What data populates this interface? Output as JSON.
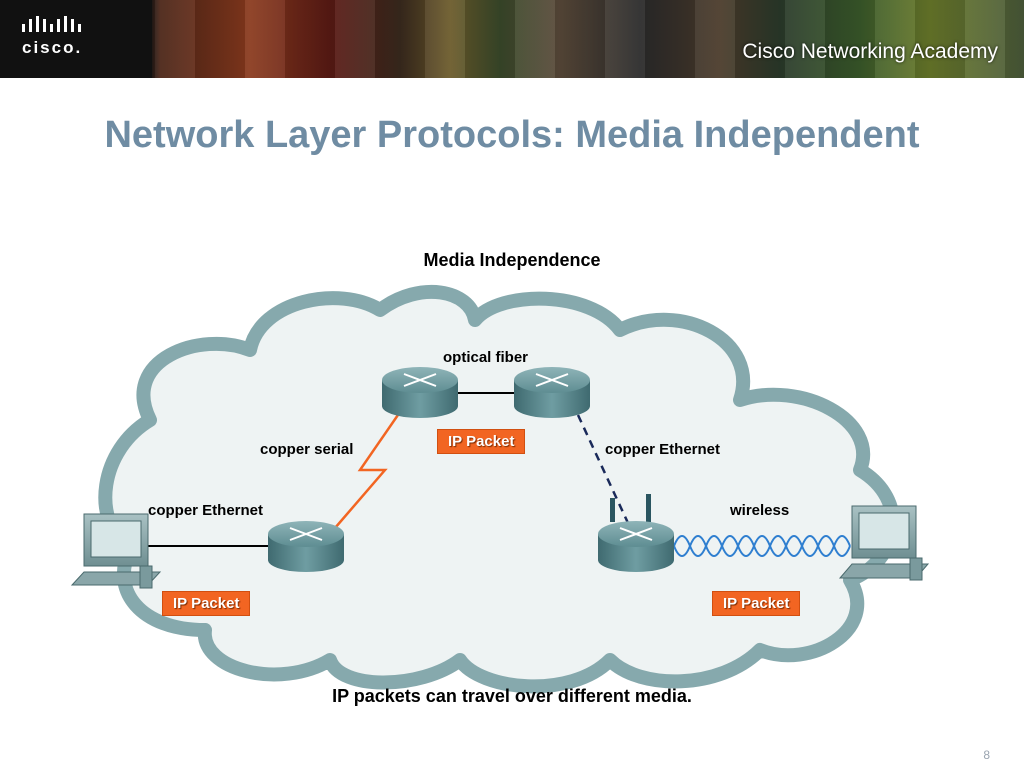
{
  "header": {
    "logo_text": "cisco.",
    "academy_text": "Cisco Networking Academy"
  },
  "slide": {
    "title": "Network Layer Protocols: Media Independent",
    "page_number": "8"
  },
  "diagram": {
    "title": "Media Independence",
    "caption": "IP packets can travel over different media.",
    "labels": {
      "optical_fiber": "optical fiber",
      "copper_serial": "copper serial",
      "copper_ethernet_left": "copper Ethernet",
      "copper_ethernet_right": "copper Ethernet",
      "wireless": "wireless"
    },
    "packets": {
      "top": "IP Packet",
      "left": "IP Packet",
      "right": "IP Packet"
    },
    "colors": {
      "title": "#6f8ca3",
      "packet": "#f26522",
      "cloud": "#7fa5aa",
      "serial_link": "#f26522",
      "wireless_wave": "#2f7fd0",
      "router": "#5c8a8f"
    }
  }
}
